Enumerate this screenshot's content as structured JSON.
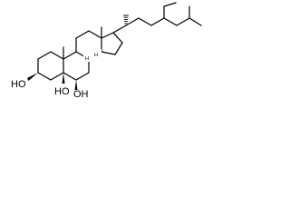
{
  "molecule": {
    "hydroxyl_labels": [
      "HO",
      "HO",
      "OH"
    ],
    "hydrogen_label": "H",
    "stereo_tags": {
      "ring_b_junction": "H",
      "ring_c_junction": "H"
    }
  }
}
